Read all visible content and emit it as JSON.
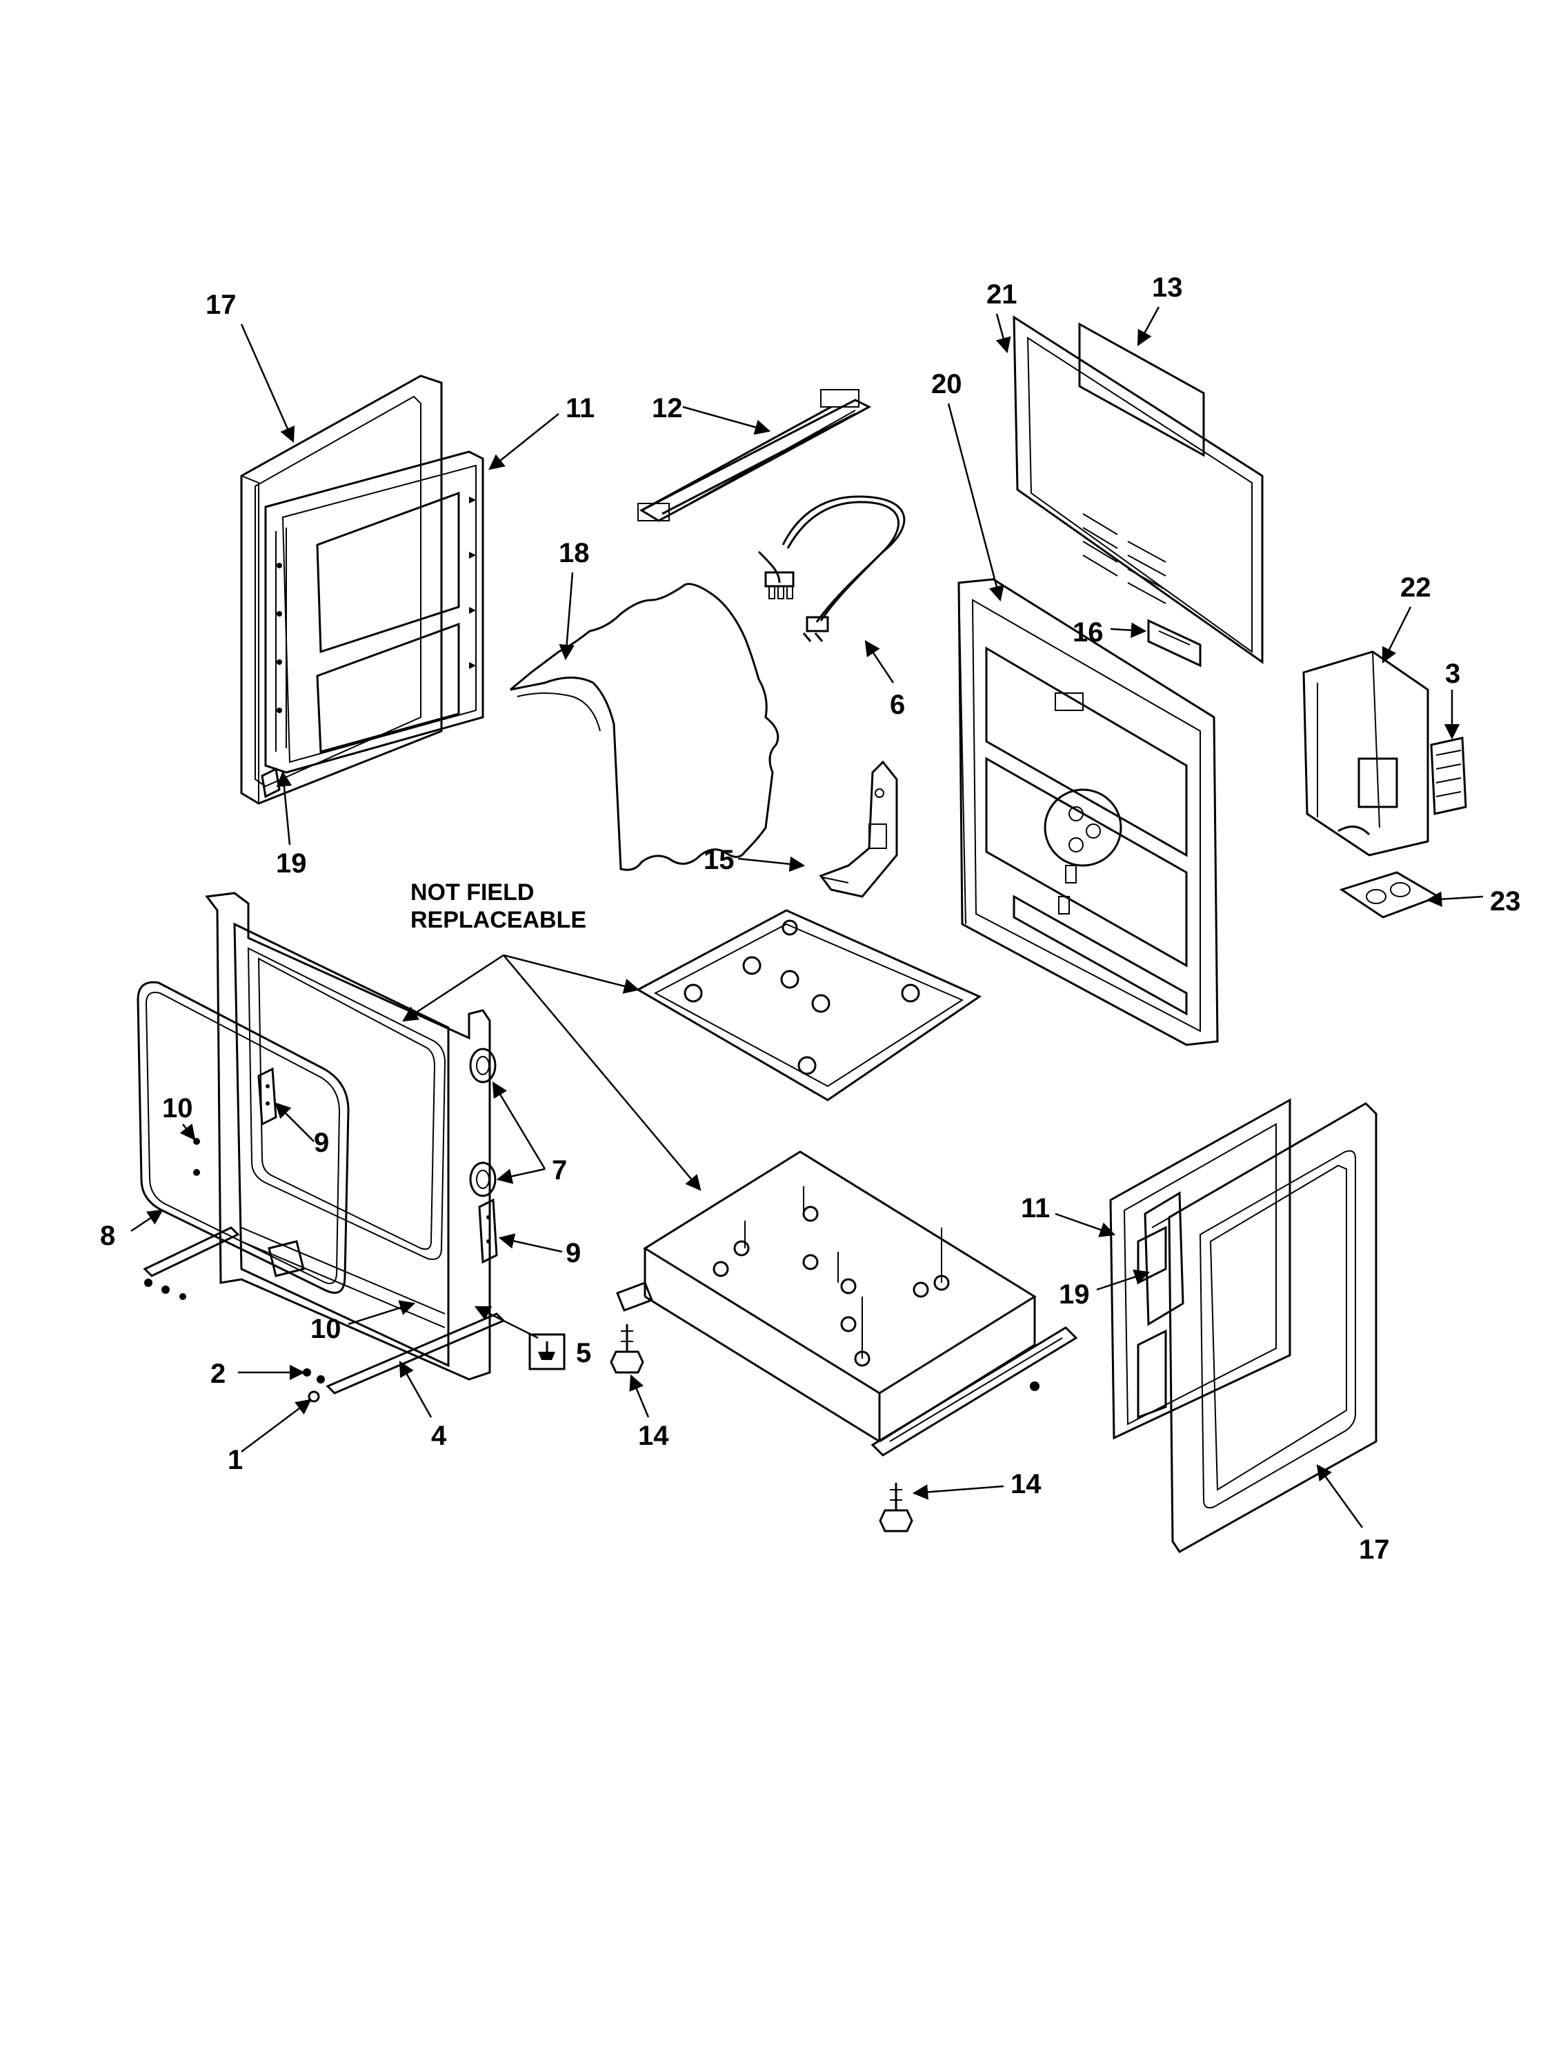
{
  "note": {
    "line1": "NOT FIELD",
    "line2": "REPLACEABLE"
  },
  "labels": {
    "l17a": "17",
    "l11a": "11",
    "l19a": "19",
    "l12": "12",
    "l18": "18",
    "l6": "6",
    "l21": "21",
    "l13": "13",
    "l20": "20",
    "l16": "16",
    "l22": "22",
    "l3": "3",
    "l23": "23",
    "l15": "15",
    "l10a": "10",
    "l9a": "9",
    "l8": "8",
    "l7": "7",
    "l9b": "9",
    "l10b": "10",
    "l5": "5",
    "l2": "2",
    "l1": "1",
    "l4": "4",
    "l14a": "14",
    "l14b": "14",
    "l11b": "11",
    "l19b": "19",
    "l17b": "17"
  }
}
